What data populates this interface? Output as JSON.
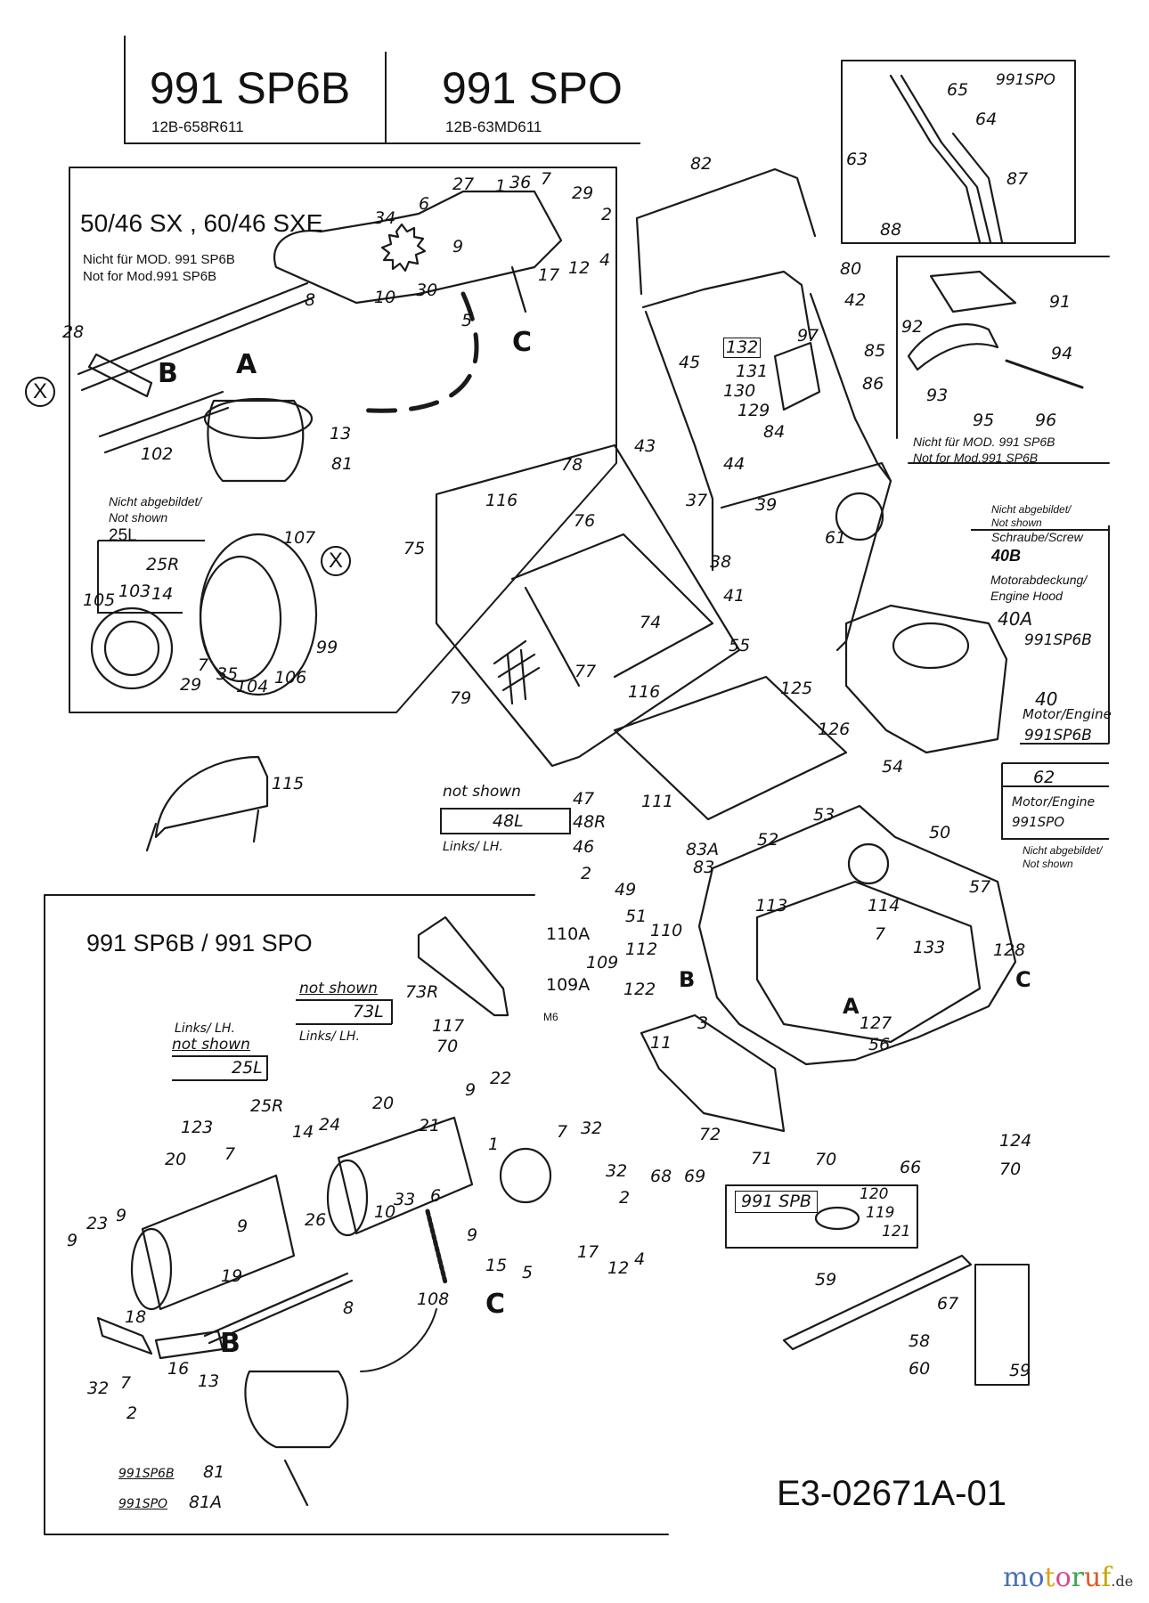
{
  "header": {
    "model_a": {
      "name": "991 SP6B",
      "code": "12B-658R611"
    },
    "model_b": {
      "name": "991 SPO",
      "code": "12B-63MD611"
    }
  },
  "drawing_code": "E3-02671A-01",
  "watermark": {
    "text": "motoruf",
    "suffix": ".de",
    "letter_colors": [
      "#4a6fb5",
      "#4a6fb5",
      "#e0a21a",
      "#d94a8c",
      "#3aa64a",
      "#e05a2a",
      "#c9a400"
    ]
  },
  "box_top_left": {
    "title": "50/46 SX , 60/46 SXE",
    "note_de": "Nicht für MOD. 991 SP6B",
    "note_en": "Not for Mod.991 SP6B",
    "not_shown_de": "Nicht abgebildet/",
    "not_shown_en": "Not shown",
    "not_shown_part": "25L",
    "markers": {
      "A": "A",
      "B": "B",
      "C": "C",
      "X": "X"
    },
    "parts": [
      "27",
      "1",
      "36",
      "7",
      "29",
      "2",
      "4",
      "12",
      "17",
      "6",
      "34",
      "9",
      "30",
      "10",
      "8",
      "5",
      "28",
      "13",
      "81",
      "102",
      "107",
      "25R",
      "103",
      "14",
      "105",
      "29",
      "7",
      "35",
      "104",
      "106",
      "99"
    ]
  },
  "box_spo_cable": {
    "label": "991SPO",
    "parts": [
      "65",
      "64",
      "63",
      "87",
      "88"
    ]
  },
  "box_deflector": {
    "parts": [
      "91",
      "92",
      "94",
      "93",
      "95",
      "96"
    ],
    "note_de": "Nicht für MOD. 991 SP6B",
    "note_en": "Not for Mod.991 SP6B"
  },
  "engine_notes": {
    "not_shown_de": "Nicht abgebildet/",
    "not_shown_en": "Not shown",
    "screw_label": "Schraube/Screw",
    "screw_part": "40B",
    "hood_label_de": "Motorabdeckung/",
    "hood_label_en": "Engine Hood",
    "hood_part": "40A",
    "hood_model": "991SP6B",
    "engine_part": "40",
    "engine_label": "Motor/Engine",
    "engine_model": "991SP6B",
    "spo_engine_part": "62",
    "spo_engine_label": "Motor/Engine",
    "spo_engine_model": "991SPO",
    "spo_not_shown_de": "Nicht abgebildet/",
    "spo_not_shown_en": "Not shown"
  },
  "center": {
    "handle_parts": [
      "82",
      "80",
      "42",
      "85",
      "86",
      "84",
      "132",
      "131",
      "97",
      "130",
      "129",
      "45",
      "43",
      "44"
    ],
    "bag_parts": [
      "78",
      "116",
      "75",
      "76",
      "74",
      "77",
      "79",
      "116",
      "37",
      "39",
      "38",
      "41",
      "61",
      "55",
      "125",
      "126"
    ],
    "deflector_115": "115",
    "not_shown_label": "not shown",
    "not_shown_48L": "48L",
    "links_lh": "Links/ LH.",
    "lever_parts": [
      "47",
      "111",
      "48R",
      "46",
      "2",
      "49",
      "83A",
      "83",
      "51",
      "52",
      "53",
      "54",
      "50",
      "57"
    ],
    "deck_parts": [
      "110A",
      "110",
      "112",
      "109",
      "109A",
      "122",
      "3",
      "11",
      "113",
      "114",
      "7",
      "133",
      "128",
      "127",
      "56",
      "72",
      "71",
      "70",
      "66",
      "68",
      "69",
      "124",
      "70"
    ],
    "m6": "M6",
    "spb_box_label": "991 SPB",
    "blade_parts": [
      "120",
      "119",
      "121",
      "59",
      "67",
      "58",
      "60",
      "59"
    ],
    "markers": {
      "A": "A",
      "B": "B",
      "C": "C"
    }
  },
  "box_bottom_left": {
    "title": "991 SP6B / 991 SPO",
    "not_shown_label": "not shown",
    "not_shown_73L": "73L",
    "links_lh": "Links/ LH.",
    "links_lh_2": "Links/ LH.",
    "not_shown_label_2": "not shown",
    "not_shown_25L": "25L",
    "cover_part": "73R",
    "parts": [
      "117",
      "70",
      "22",
      "9",
      "20",
      "25R",
      "123",
      "14",
      "24",
      "7",
      "20",
      "21",
      "7",
      "32",
      "32",
      "2",
      "23",
      "9",
      "9",
      "9",
      "26",
      "33",
      "6",
      "10",
      "1",
      "9",
      "15",
      "17",
      "12",
      "4",
      "5",
      "108",
      "19",
      "8",
      "18",
      "16",
      "32",
      "7",
      "2",
      "13"
    ],
    "cable_sp6b_model": "991SP6B",
    "cable_sp6b_part": "81",
    "cable_spo_model": "991SPO",
    "cable_spo_part": "81A",
    "markers": {
      "B": "B",
      "C": "C"
    }
  }
}
